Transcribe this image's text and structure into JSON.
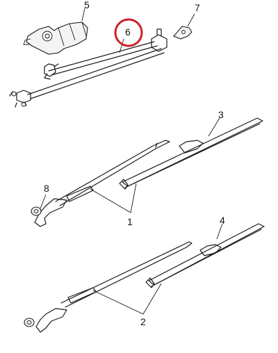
{
  "callouts": {
    "c1": "1",
    "c2": "2",
    "c3": "3",
    "c4": "4",
    "c5": "5",
    "c6": "6",
    "c7": "7",
    "c8": "8"
  },
  "highlight": {
    "target": "6",
    "color": "#d0202a"
  }
}
